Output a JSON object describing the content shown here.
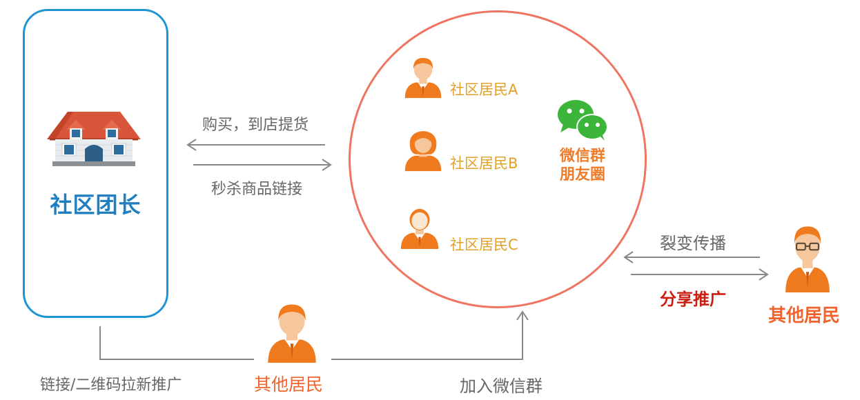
{
  "leader": {
    "title": "社区团长"
  },
  "arrows": {
    "buy_pickup": "购买，到店提货",
    "flash_sale_link": "秒杀商品链接",
    "fission_spread": "裂变传播",
    "share_promote": "分享推广",
    "link_qr_promo": "链接/二维码拉新推广",
    "join_wechat_group": "加入微信群"
  },
  "group": {
    "residents": [
      {
        "label": "社区居民A"
      },
      {
        "label": "社区居民B"
      },
      {
        "label": "社区居民C"
      }
    ],
    "wechat_line1": "微信群",
    "wechat_line2": "朋友圈"
  },
  "other_residents": {
    "bottom_label": "其他居民",
    "right_label": "其他居民"
  },
  "colors": {
    "leader_blue": "#1f95d2",
    "circle_red": "#ef7462",
    "person_orange": "#f07a1e",
    "resident_label_gold": "#e2a024",
    "share_red": "#cc1e10",
    "wechat_green": "#3bb53a"
  },
  "icons": [
    "house-icon",
    "person-icon",
    "wechat-icon"
  ]
}
